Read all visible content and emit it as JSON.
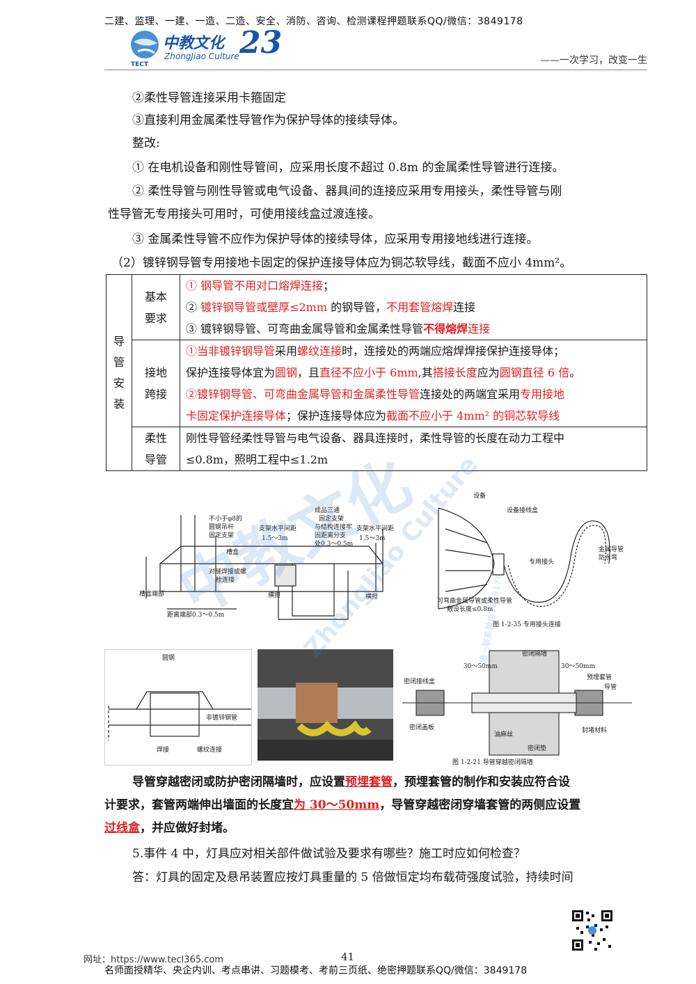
{
  "header": {
    "top_line": "二建、监理、一建、一造、二造、安全、消防、咨询、检测课程押题联系QQ/微信：3849178",
    "logo_title": "中教文化",
    "logo_sub": "ZhongJiao Culture",
    "logo_num": "23",
    "logo_small": "TECT",
    "motto": "——一次学习，改变一生"
  },
  "intro": [
    "②柔性导管连接采用卡箍固定",
    "③直接利用金属柔性导管作为保护导体的接续导体。",
    "整改:",
    "① 在电机设备和刚性导管间，应采用长度不超过 0.8m 的金属柔性导管进行连接。",
    "② 柔性导管与刚性导管或电气设备、器具间的连接应采用专用接头，柔性导管与刚",
    "性导管无专用接头可用时，可使用接线盒过渡连接。",
    "③ 金属柔性导管不应作为保护导体的接续导体，应采用专用接地线进行连接。",
    "（2）镀锌钢导管专用接地卡固定的保护连接导体应为铜芯软导线，截面不应小 4mm²。"
  ],
  "table": {
    "side": [
      "导",
      "管",
      "安",
      "装"
    ],
    "row1": {
      "label": [
        "基本",
        "要求"
      ],
      "l1a": "① 钢导管不用对口熔焊连接",
      "l1b": "；",
      "l2a": "② ",
      "l2b": "镀锌钢导管或壁厚≤2mm",
      "l2c": " 的钢导管，",
      "l2d": "不用套管熔焊",
      "l2e": "连接",
      "l3a": "③ 镀锌钢导管、可弯曲金属导管和金属柔性导管",
      "l3b": "不得熔焊",
      "l3c": "连接"
    },
    "row2": {
      "label": [
        "接地",
        "跨接"
      ],
      "l1a": "①当非镀锌钢导管",
      "l1b": "采用",
      "l1c": "螺纹连接",
      "l1d": "时，连接处的两端应熔焊焊接保护连接导体；",
      "l2a": "保护连接导体宜为",
      "l2b": "圆钢",
      "l2c": "，且",
      "l2d": "直径不应小于 6mm",
      "l2e": ",其",
      "l2f": "搭接长度",
      "l2g": "应为",
      "l2h": "圆钢直径 6 倍",
      "l2i": "。",
      "l3a": "②镀锌钢导管、可弯曲金属导管和金属柔性导管",
      "l3b": "连接处的两端宜采用",
      "l3c": "专用接地",
      "l4a": "卡固定保护连接导体",
      "l4b": "；保护连接导体应为",
      "l4c": "截面不应小于 4mm² 的铜芯软导线"
    },
    "row3": {
      "label": [
        "柔性",
        "导管"
      ],
      "l1": "刚性导管经柔性导管与电气设备、器具连接时，柔性导管的长度在动力工程中",
      "l2": "≤0.8m，照明工程中≤1.2m"
    }
  },
  "fig1": {
    "t1": "不小于φ8的",
    "t2": "圆钢吊杆",
    "t3": "固定支架",
    "t4": "槽盒",
    "t5": "成品三通",
    "t6": "固定支架",
    "t7": "与结构连接牢",
    "t8": "固距离分支",
    "t9": "处0.3～0.5m",
    "t10": "支架水平间距",
    "t11": "1.5～3m",
    "t12": "支架水平间距",
    "t13": "1.5～3m",
    "t14": "对缝焊接或螺",
    "t15": "栓连接",
    "t16": "槽盒端部",
    "t17": "距离端部0.3～0.5m",
    "t18": "横担",
    "t19": "横担"
  },
  "fig2": {
    "t1": "设备",
    "t2": "设备接线盒",
    "t3": "专用接头",
    "t4": "金属导管",
    "t5": "防水弯",
    "t6": "可弯曲金属导管或柔性导管",
    "t7": "敷设长度≤0.8m",
    "caption": "图 1-2-35   专用接头连接"
  },
  "fig3": {
    "t1": "圆钢",
    "t2": "非镀锌钢管",
    "t3": "焊接",
    "t4": "螺纹连接"
  },
  "fig5": {
    "t1": "密闭隔墙",
    "t2": "30～50mm",
    "t3": "30～50mm",
    "t4": "预埋套管",
    "t5": "导管",
    "t6": "密闭接线盒",
    "t7": "密闭盖板",
    "t8": "油麻丝",
    "t9": "密闭垫",
    "t10": "封堵材料",
    "caption": "图 1-2-21   导管穿越密闭隔墙"
  },
  "bold_para": {
    "a": "导管穿越密闭或防护密闭隔墙时，应设置",
    "b": "预埋套管",
    "c": "，预埋套管的制作和安装应符合设",
    "d": "计要求，套管两端伸出墙面的长度宜",
    "e": "为 30～50mm",
    "f": "，导管穿越密闭穿墙套管的两侧应设置",
    "g": "过线盒",
    "h": "，并应做好封堵。"
  },
  "q5": "5.事件 4 中，灯具应对相关部件做试验及要求有哪些？施工时应如何检查？",
  "ans": "答：灯具的固定及悬吊装置应按灯具重量的 5 倍做恒定均布载荷强度试验，持续时间",
  "footer": {
    "url": "网址：https://www.tecl365.com",
    "page": "41",
    "line": "名师面授精华、央企内训、考点串讲、习题模考、考前三页纸、绝密押题联系QQ/微信：3849178"
  },
  "watermark": {
    "w1": "中教文化",
    "w2": "ZhongJiao Culture",
    "w3": "唯一联系微信3849178"
  },
  "colors": {
    "accent": "#1a55a8",
    "red": "#e02020"
  }
}
